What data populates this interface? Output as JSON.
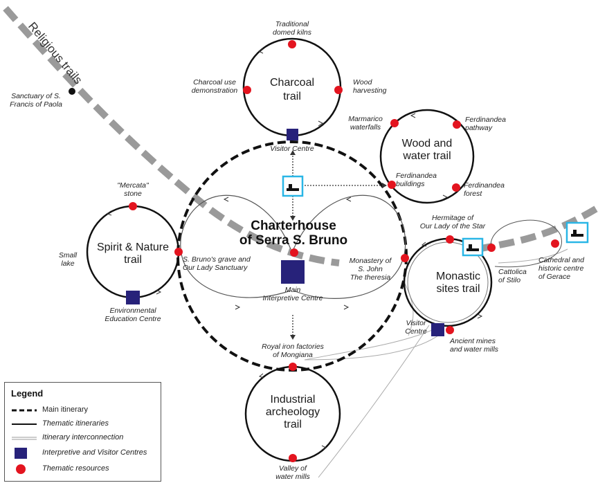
{
  "colors": {
    "resource": "#e3141f",
    "centre": "#27227a",
    "trail_line": "#111111",
    "religious": "#9a9a9a",
    "cyan": "#29b6e6"
  },
  "religious_trail": {
    "label": "Religious trails",
    "sanctuary": "Sanctuary of S.\nFrancis of Paola"
  },
  "main": {
    "title": "Charterhouse\nof Serra S. Bruno",
    "centre": "Main\nInterpretive Centre",
    "royal": "Royal iron factories\nof Mongiana",
    "monastery": "Monastery of\nS. John\nThe theresia"
  },
  "charcoal": {
    "title": "Charcoal\ntrail",
    "kilns": "Traditional\ndomed kilns",
    "demo": "Charcoal use\ndemonstration",
    "wood": "Wood\nharvesting",
    "visitor": "Visitor Centre"
  },
  "wood_water": {
    "title": "Wood and\nwater trail",
    "marmarico": "Marmarico\nwaterfalls",
    "pathway": "Ferdinandea\npathway",
    "buildings": "Ferdinandea\nbuildings",
    "forest": "Ferdinandea\nforest"
  },
  "spirit": {
    "title": "Spirit & Nature\ntrail",
    "stone": "\"Mercata\"\nstone",
    "lake": "Small\nlake",
    "grave": "S. Bruno's grave and\nOur Lady Sanctuary",
    "env": "Environmental\nEducation Centre"
  },
  "monastic": {
    "title": "Monastic\nsites trail",
    "hermitage": "Hermitage of\nOur Lady of the Star",
    "visitor": "Visitor\nCentre",
    "mines": "Ancient mines\nand water mills",
    "cattolica": "Cattolica\nof Stilo",
    "gerace": "Cathedral and\nhistoric centre\nof Gerace"
  },
  "industrial": {
    "title": "Industrial\narcheology\ntrail",
    "valley": "Valley of\nwater mills"
  },
  "legend": {
    "title": "Legend",
    "items": [
      "Main itinerary",
      "Thematic itineraries",
      "Itinerary interconnection",
      "Interpretive and Visitor Centres",
      "Thematic resources"
    ]
  }
}
